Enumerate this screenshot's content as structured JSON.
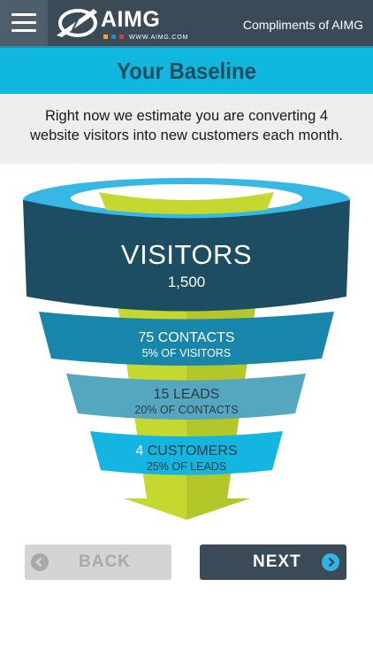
{
  "header": {
    "menu_icon": "hamburger-menu-icon",
    "logo_text": "AIMG",
    "logo_url": "WWW.AIMG.COM",
    "logo_square_colors": [
      "#f5a623",
      "#1a8fd0",
      "#e03a3a"
    ],
    "compliments": "Compliments of AIMG"
  },
  "title": "Your Baseline",
  "description": "Right now we estimate you are converting 4 website visitors into new customers each month.",
  "funnel": {
    "visitors": {
      "label": "VISITORS",
      "count": "1,500"
    },
    "contacts": {
      "title": "75 CONTACTS",
      "sub": "5% OF VISITORS"
    },
    "leads": {
      "title": "15 LEADS",
      "sub": "20% OF CONTACTS"
    },
    "customers": {
      "number": "4",
      "label": "CUSTOMERS",
      "sub": "25% OF LEADS"
    },
    "colors": {
      "rim": "#37b8e4",
      "visitors": "#1d4d63",
      "contacts": "#1886aa",
      "leads": "#55a7c0",
      "customers": "#15b5e1",
      "arrow": "#c5d82f"
    }
  },
  "buttons": {
    "back_label": "BACK",
    "back_icon": "chevron-left-circle-icon",
    "next_label": "NEXT",
    "next_icon": "chevron-right-circle-icon"
  },
  "colors": {
    "topbar": "#3a4b57",
    "title_band": "#10b7df",
    "description_bg": "#eeeeee"
  }
}
